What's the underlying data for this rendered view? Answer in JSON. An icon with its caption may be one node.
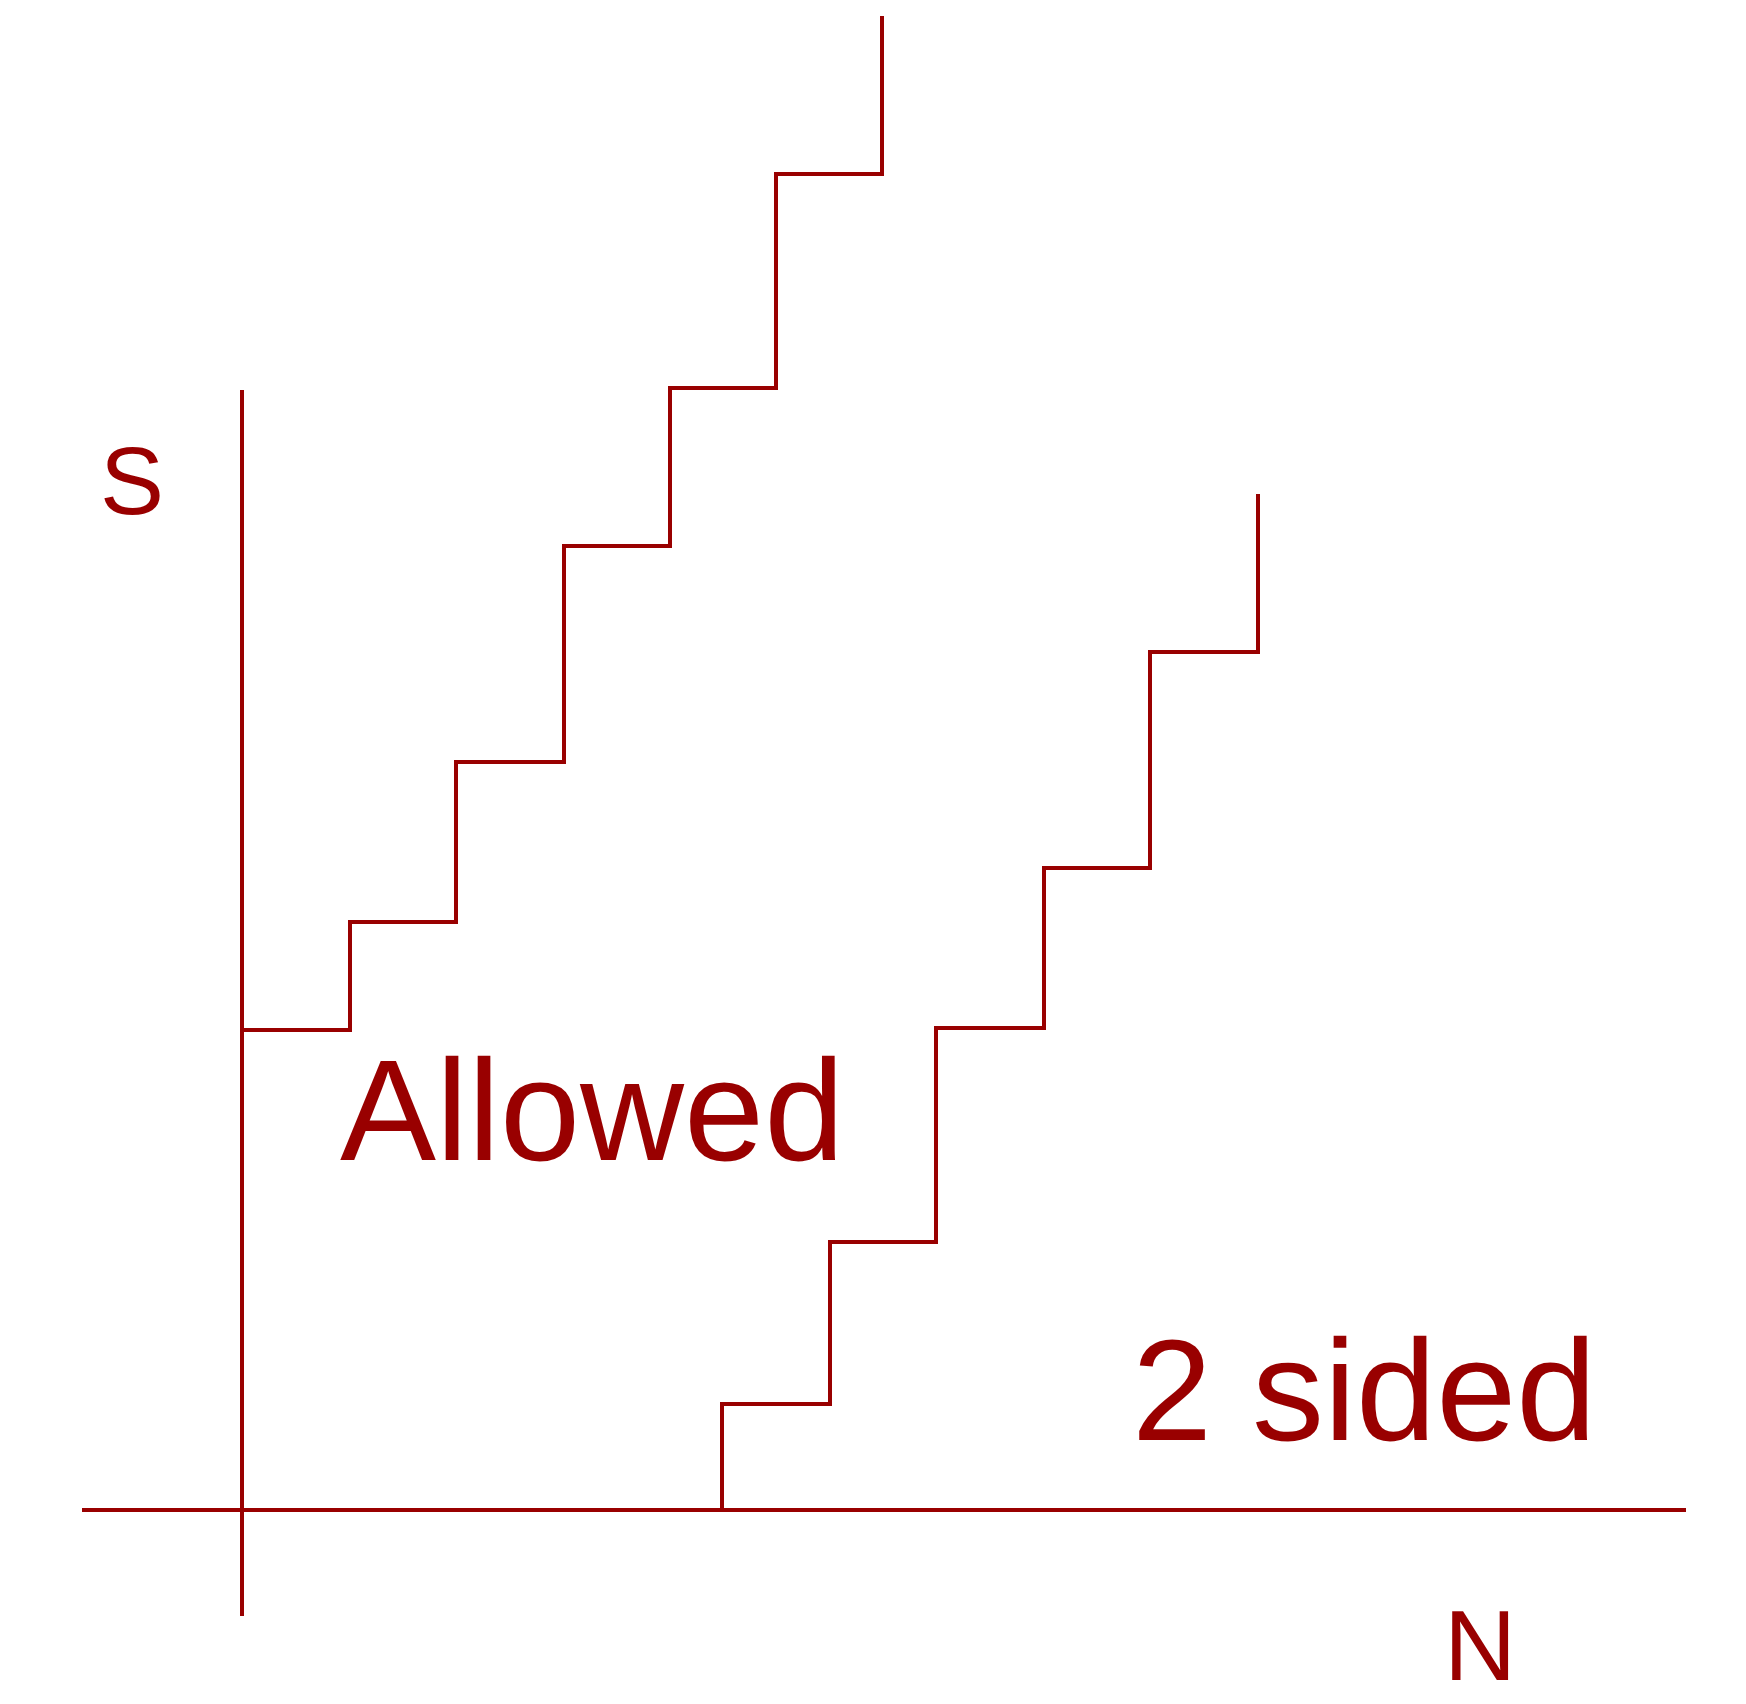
{
  "diagram": {
    "labels": [
      "S",
      "Allowed",
      "2 sided",
      "N"
    ]
  }
}
